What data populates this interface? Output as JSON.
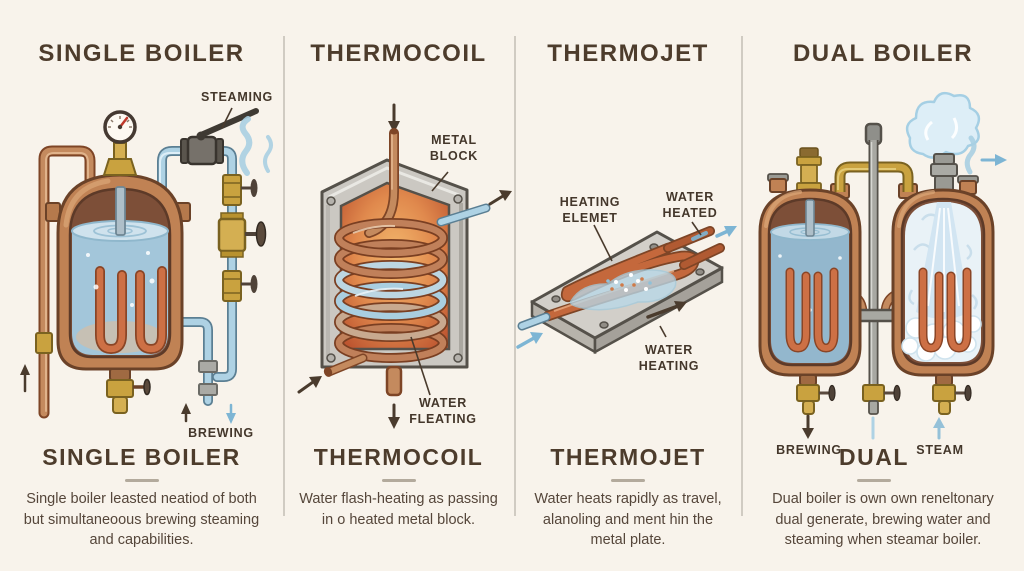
{
  "palette": {
    "background": "#f8f3eb",
    "divider": "#d0cbc2",
    "heading_text": "#4d3c2c",
    "label_text": "#44372b",
    "body_text": "#55463a",
    "copper": "#c08254",
    "brass": "#c9a23f",
    "water_blue": "#a9c9dd",
    "steam_blue": "#ddeef7",
    "arrow_blue": "#7db5d4",
    "arrow_dark": "#4a3b2d",
    "heat_orange": "#e08a4e"
  },
  "panels": [
    {
      "header": "SINGLE BOILER",
      "title": "SINGLE BOILER",
      "description": "Single boiler leasted neatiod of both but simultaneoous brewing steaming and capabilities.",
      "labels": {
        "steaming": "STEAMING",
        "brewing": "BREWING"
      }
    },
    {
      "header": "THERMOCOIL",
      "title": "THERMOCOIL",
      "description": "Water flash-heating as passing in o heated metal block.",
      "labels": {
        "metal_block": "METAL BLOCK",
        "water_heating": "WATER FLEATING"
      }
    },
    {
      "header": "THERMOJET",
      "title": "THERMOJET",
      "description": "Water heats rapidly as travel, alanoling and ment hin the metal plate.",
      "labels": {
        "heating_element": "HEATING ELEMET",
        "water_heated": "WATER HEATED",
        "water_heating": "WATER HEATING"
      }
    },
    {
      "header": "DUAL BOILER",
      "title": "DUAL",
      "description": "Dual boiler is own own reneltonary dual generate, brewing water and steaming when steamar boiler.",
      "labels": {
        "brewing": "BREWING",
        "steam": "STEAM"
      }
    }
  ]
}
